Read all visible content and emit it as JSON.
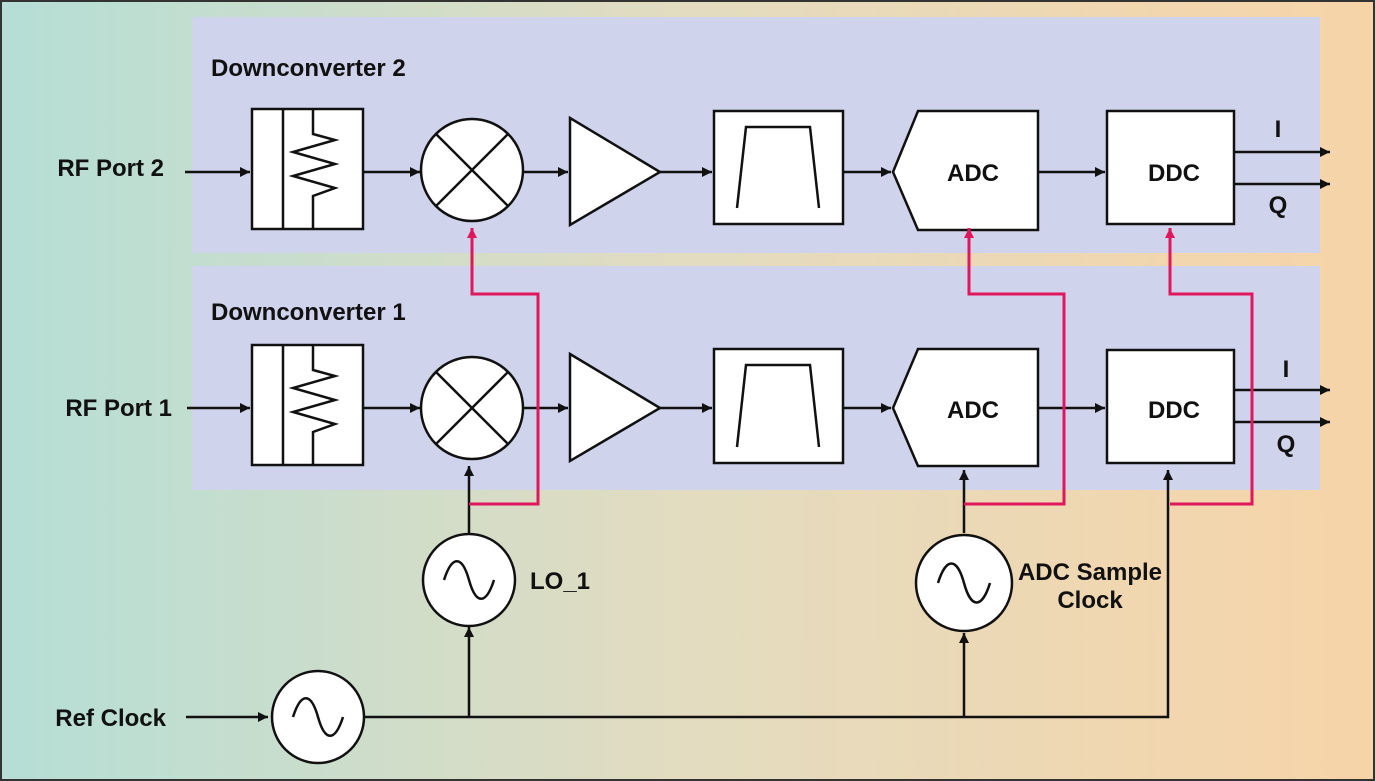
{
  "labels": {
    "dc2_title": "Downconverter 2",
    "dc1_title": "Downconverter 1",
    "rf_port_2": "RF Port 2",
    "rf_port_1": "RF Port 1",
    "ref_clock": "Ref Clock",
    "lo_1": "LO_1",
    "adc_sample_clock_line1": "ADC Sample",
    "adc_sample_clock_line2": "Clock",
    "adc_2": "ADC",
    "ddc_2": "DDC",
    "adc_1": "ADC",
    "ddc_1": "DDC",
    "out_i_2": "I",
    "out_q_2": "Q",
    "out_i_1": "I",
    "out_q_1": "Q"
  },
  "colors": {
    "background_left": "#b5ded6",
    "background_right": "#f7d4a8",
    "panel_fill": "#d0d3ec",
    "block_fill": "#ffffff",
    "line": "#111111",
    "clock_route": "#e0175d",
    "frame": "#333333"
  },
  "icons": {
    "attenuator": "resistor-zigzag-icon",
    "mixer": "mixer-cross-icon",
    "amplifier": "amplifier-triangle-icon",
    "filter": "bandpass-filter-icon",
    "oscillator": "sine-wave-icon"
  }
}
